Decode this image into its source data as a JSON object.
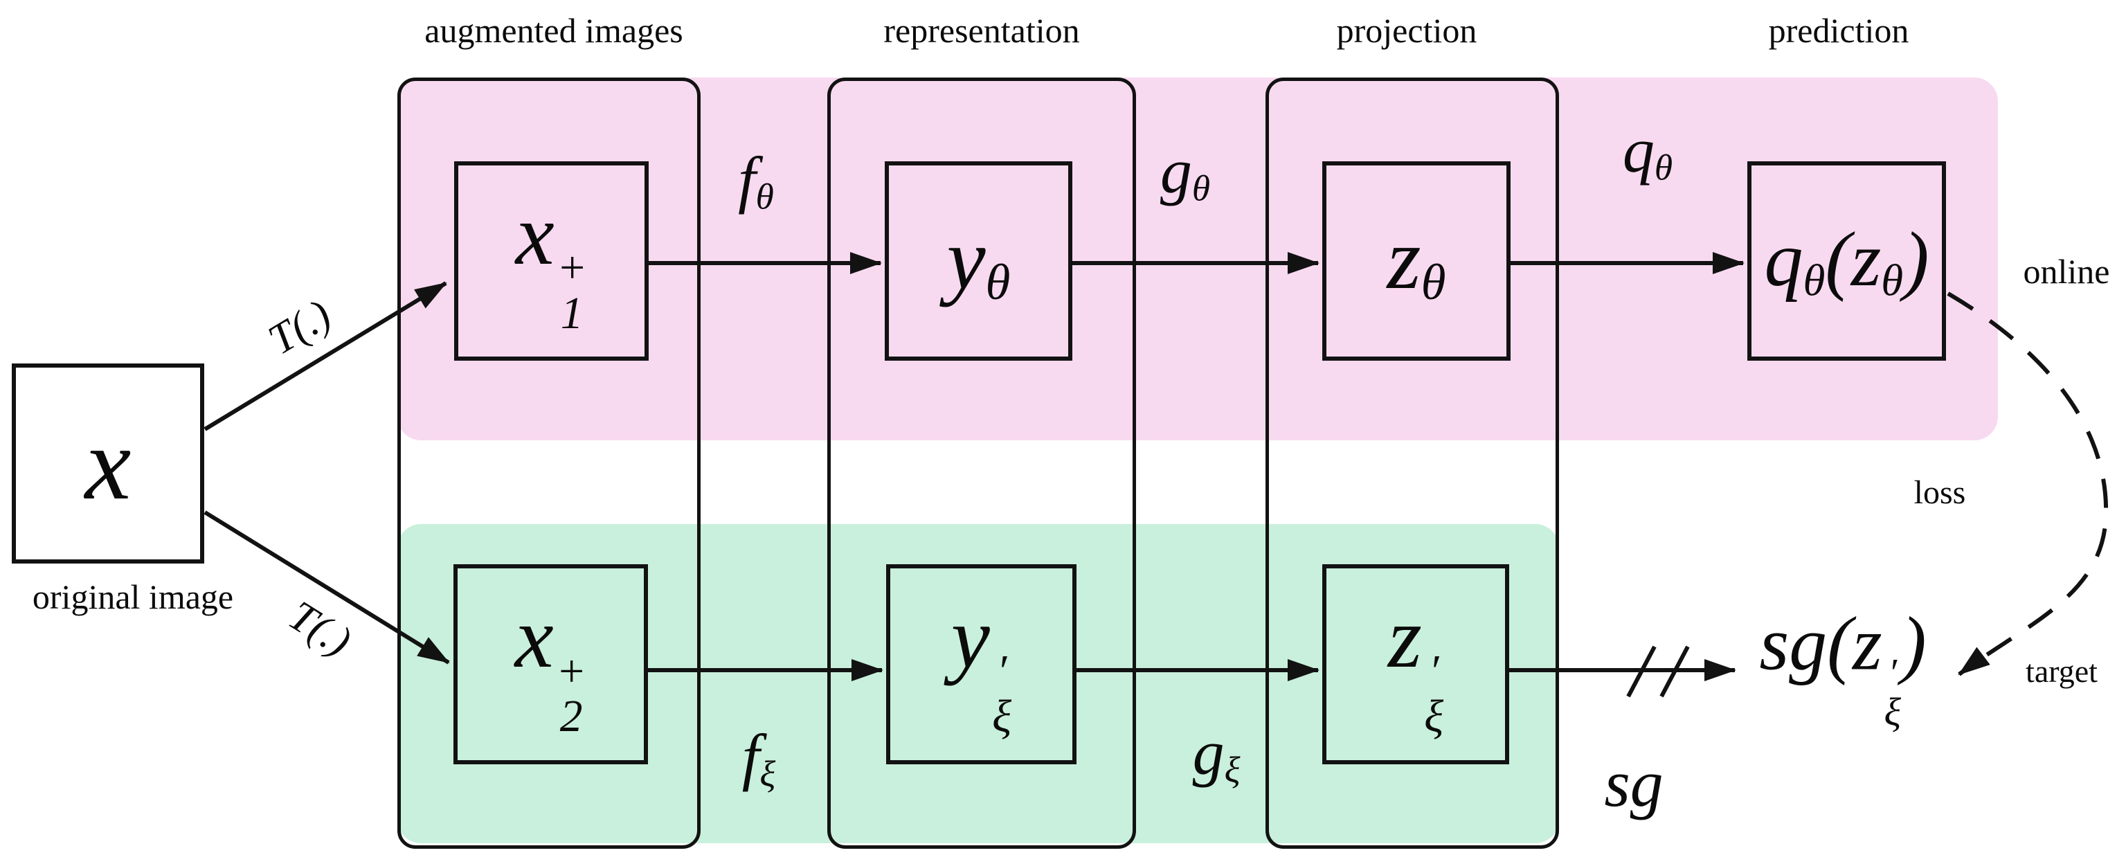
{
  "colors": {
    "pink_band": "#f8daf0",
    "green_band": "#c9f0dc",
    "line": "#121212",
    "text": "#0b0b0b",
    "background": "#ffffff"
  },
  "headers": {
    "augmented": "augmented images",
    "representation": "representation",
    "projection": "projection",
    "prediction": "prediction"
  },
  "side_labels": {
    "online": "online",
    "loss": "loss",
    "target": "target",
    "original_image": "original image"
  },
  "nodes": {
    "x": [
      [
        "i",
        "x"
      ]
    ],
    "x1": [
      [
        "i",
        "x"
      ],
      [
        "stack",
        "+",
        "1"
      ]
    ],
    "x2": [
      [
        "i",
        "x"
      ],
      [
        "stack",
        "+",
        "2"
      ]
    ],
    "y_theta": [
      [
        "i",
        "y"
      ],
      [
        "sub",
        "θ"
      ]
    ],
    "z_theta": [
      [
        "i",
        "z"
      ],
      [
        "sub",
        "θ"
      ]
    ],
    "q_theta_z": [
      [
        "i",
        "q"
      ],
      [
        "sub",
        "θ"
      ],
      [
        "i",
        "("
      ],
      [
        "i",
        "z"
      ],
      [
        "sub",
        "θ"
      ],
      [
        "i",
        ")"
      ]
    ],
    "y_xi": [
      [
        "i",
        "y"
      ],
      [
        "stack",
        "′",
        "ξ"
      ]
    ],
    "z_xi": [
      [
        "i",
        "z"
      ],
      [
        "stack",
        "′",
        "ξ"
      ]
    ],
    "sg_z": [
      [
        "i",
        "sg"
      ],
      [
        "i",
        "("
      ],
      [
        "i",
        "z"
      ],
      [
        "stack",
        "′",
        "ξ"
      ],
      [
        "i",
        ")"
      ]
    ]
  },
  "edge_labels": {
    "T1": [
      [
        "i",
        "T(.)"
      ]
    ],
    "T2": [
      [
        "i",
        "T(.)"
      ]
    ],
    "f_theta": [
      [
        "i",
        "f"
      ],
      [
        "sub",
        "θ"
      ]
    ],
    "g_theta": [
      [
        "i",
        "g"
      ],
      [
        "sub",
        "θ"
      ]
    ],
    "q_theta": [
      [
        "i",
        "q"
      ],
      [
        "sub",
        "θ"
      ]
    ],
    "f_xi": [
      [
        "i",
        "f"
      ],
      [
        "sub",
        "ξ"
      ]
    ],
    "g_xi": [
      [
        "i",
        "g"
      ],
      [
        "sub",
        "ξ"
      ]
    ],
    "sg": [
      [
        "i",
        "sg"
      ]
    ]
  }
}
